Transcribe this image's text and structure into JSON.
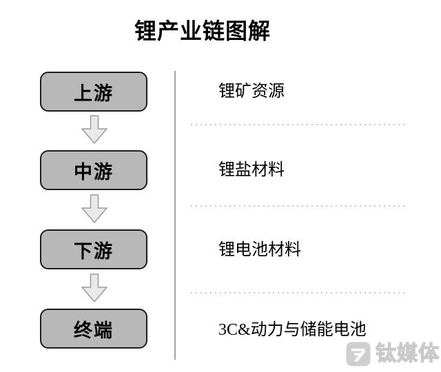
{
  "title": "锂产业链图解",
  "stages": [
    {
      "label": "上游",
      "description": "锂矿资源"
    },
    {
      "label": "中游",
      "description": "锂盐材料"
    },
    {
      "label": "下游",
      "description": "锂电池材料"
    },
    {
      "label": "终端",
      "description": "3C&动力与储能电池"
    }
  ],
  "watermark": {
    "text": "钛媒体"
  },
  "colors": {
    "box_fill": "#b8b8b8",
    "box_border": "#1c1c1c",
    "arrow_fill": "#e9e9e9",
    "arrow_border": "#9a9a9a",
    "divider": "#a3a3a3",
    "dotted_line": "#c6c6c6",
    "watermark": "#cfcfcf",
    "text": "#000000"
  }
}
